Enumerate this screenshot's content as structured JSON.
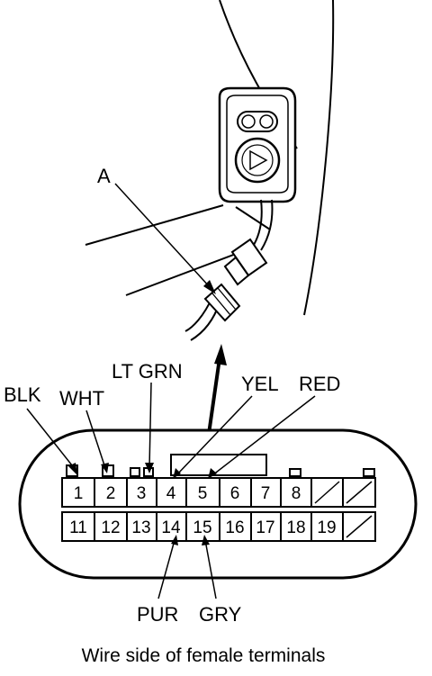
{
  "callout": "A",
  "wire_labels": {
    "blk": "BLK",
    "wht": "WHT",
    "lt_grn": "LT GRN",
    "yel": "YEL",
    "red": "RED",
    "pur": "PUR",
    "gry": "GRY"
  },
  "connector": {
    "top_row": [
      "1",
      "2",
      "3",
      "4",
      "5",
      "6",
      "7",
      "8",
      "",
      ""
    ],
    "bottom_row": [
      "11",
      "12",
      "13",
      "14",
      "15",
      "16",
      "17",
      "18",
      "19",
      ""
    ]
  },
  "caption": "Wire side of female terminals"
}
